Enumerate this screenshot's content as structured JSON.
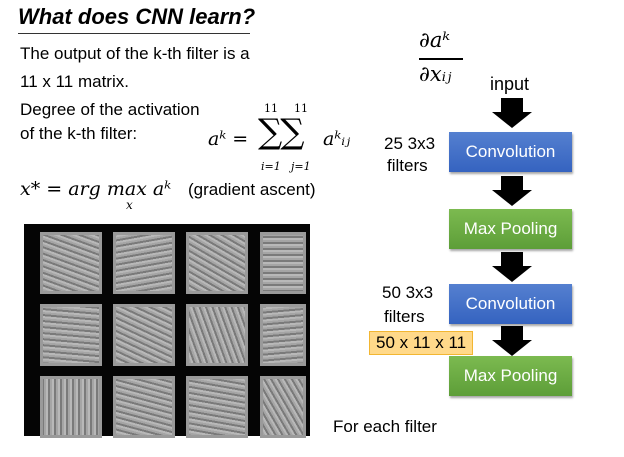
{
  "title": "What does CNN learn?",
  "text": {
    "line1": "The output of the k-th filter is a",
    "line2": "11 x 11 matrix.",
    "line3": "Degree of the activation",
    "line4": "of the k-th filter:",
    "gradient_ascent": "(gradient ascent)",
    "for_each_filter": "For each filter"
  },
  "equations": {
    "activation_lhs": "aᵏ =",
    "sum_upper_1": "11",
    "sum_upper_2": "11",
    "sum_lower_1": "i=1",
    "sum_lower_2": "j=1",
    "sum_symbol": "∑∑",
    "activation_term": "aᵏᵢⱼ",
    "argmax": "x* = arg max aᵏ",
    "argmax_sub": "x",
    "derivative_num": "∂aᵏ",
    "derivative_den": "∂xᵢⱼ"
  },
  "diagram": {
    "input_label": "input",
    "filters1": [
      "25 3x3",
      "filters"
    ],
    "conv1": "Convolution",
    "pool1": "Max Pooling",
    "filters2": [
      "50 3x3",
      "filters"
    ],
    "conv2": "Convolution",
    "shape_badge": "50 x 11 x 11",
    "pool2": "Max Pooling",
    "colors": {
      "conv": "#4472c4",
      "pool": "#70ad47",
      "badge": "#ffd98a"
    }
  },
  "filter_grid": {
    "rows": 3,
    "cols": 4
  }
}
